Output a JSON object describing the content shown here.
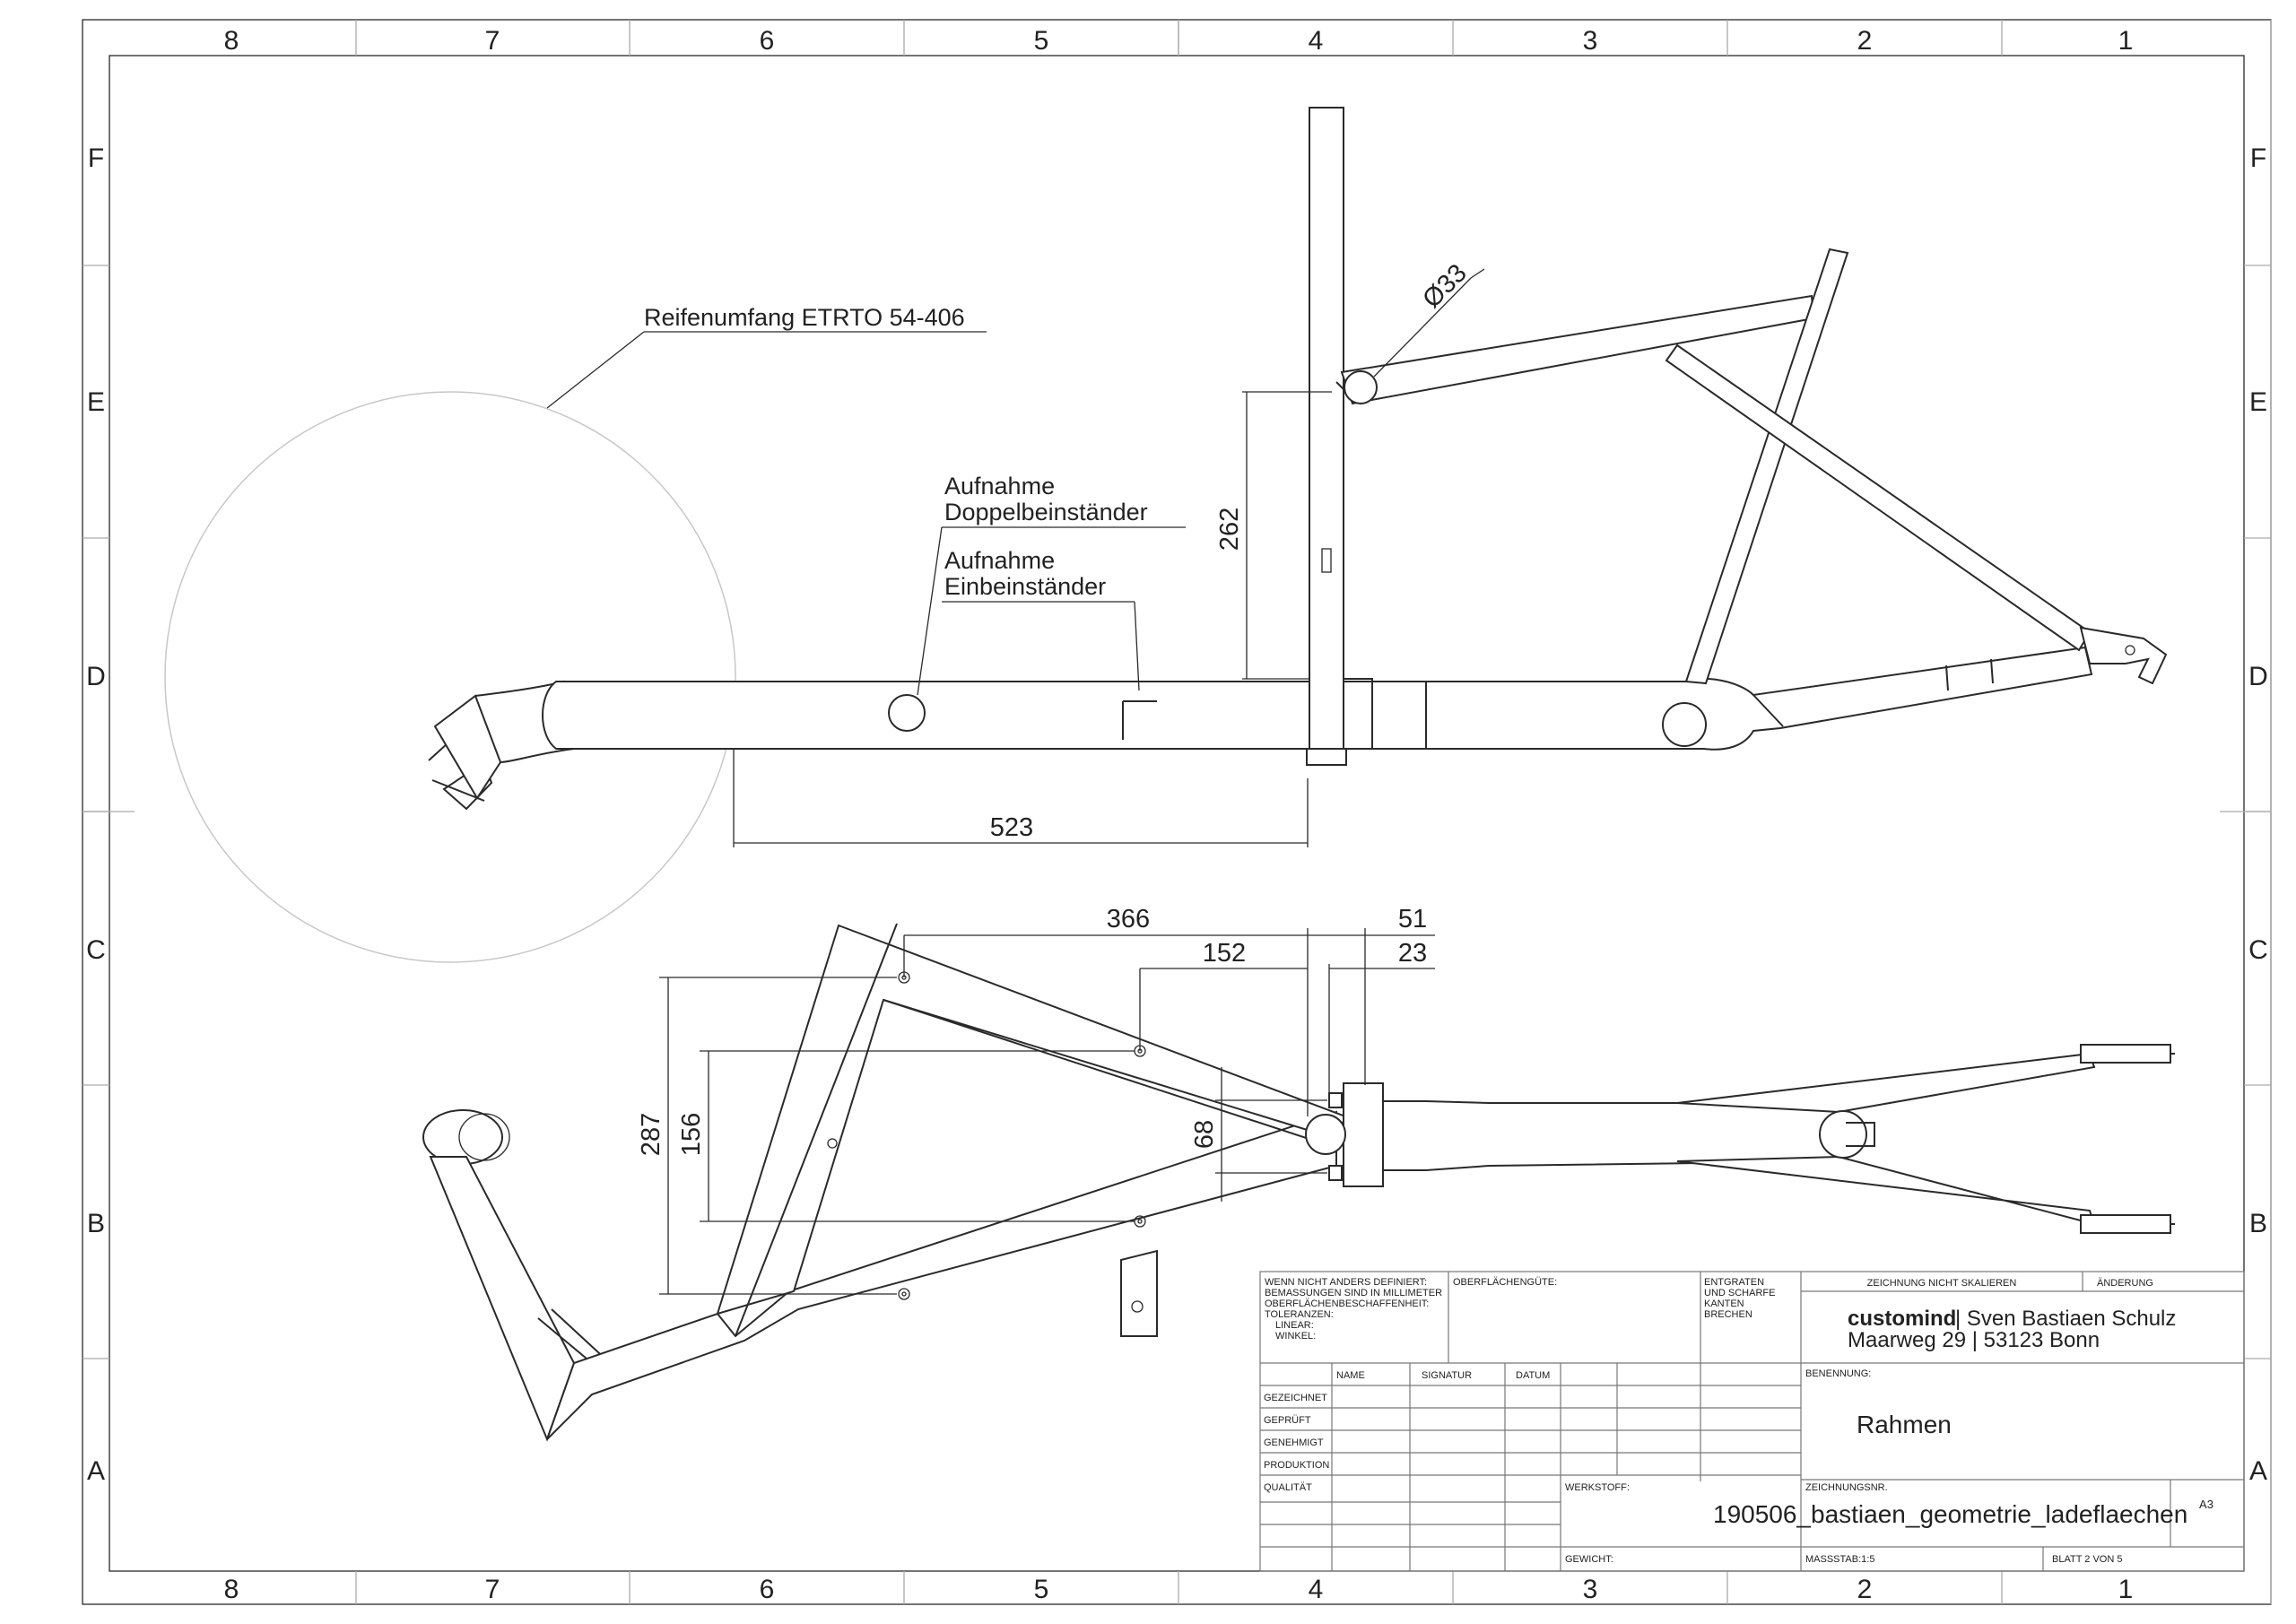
{
  "zones": {
    "columns": [
      "8",
      "7",
      "6",
      "5",
      "4",
      "3",
      "2",
      "1"
    ],
    "rows": [
      "F",
      "E",
      "D",
      "C",
      "B",
      "A"
    ]
  },
  "annotations": {
    "tire": "Reifenumfang ETRTO 54-406",
    "double_stand_1": "Aufnahme",
    "double_stand_2": "Doppelbeinständer",
    "single_stand_1": "Aufnahme",
    "single_stand_2": "Einbeinständer"
  },
  "dimensions": {
    "diameter": "Ø33",
    "height": "262",
    "length": "523",
    "d366": "366",
    "d152": "152",
    "d51": "51",
    "d23": "23",
    "d287": "287",
    "d156": "156",
    "d68": "68"
  },
  "title_block": {
    "general_notes": [
      "WENN NICHT ANDERS DEFINIERT:",
      "BEMASSUNGEN SIND IN MILLIMETER",
      "OBERFLÄCHENBESCHAFFENHEIT:",
      "TOLERANZEN:",
      "LINEAR:",
      "WINKEL:"
    ],
    "surface": "OBERFLÄCHENGÜTE:",
    "deburr": [
      "ENTGRATEN",
      "UND SCHARFE",
      "KANTEN",
      "BRECHEN"
    ],
    "no_scale": "ZEICHNUNG NICHT SKALIEREN",
    "revision": "ÄNDERUNG",
    "company_bold": "customind",
    "company_rest": " | Sven Bastiaen Schulz",
    "address": "Maarweg 29  |  53123 Bonn",
    "col_headers": [
      "NAME",
      "SIGNATUR",
      "DATUM"
    ],
    "roles": [
      "GEZEICHNET",
      "GEPRÜFT",
      "GENEHMIGT",
      "PRODUKTION",
      "QUALITÄT"
    ],
    "benennung_label": "BENENNUNG:",
    "benennung": "Rahmen",
    "werkstoff": "WERKSTOFF:",
    "zeichnungsnr_label": "ZEICHNUNGSNR.",
    "zeichnungsnr": "190506_bastiaen_geometrie_ladeflaechen",
    "format": "A3",
    "gewicht": "GEWICHT:",
    "massstab": "MASSSTAB:1:5",
    "blatt": "BLATT 2 VON 5"
  }
}
